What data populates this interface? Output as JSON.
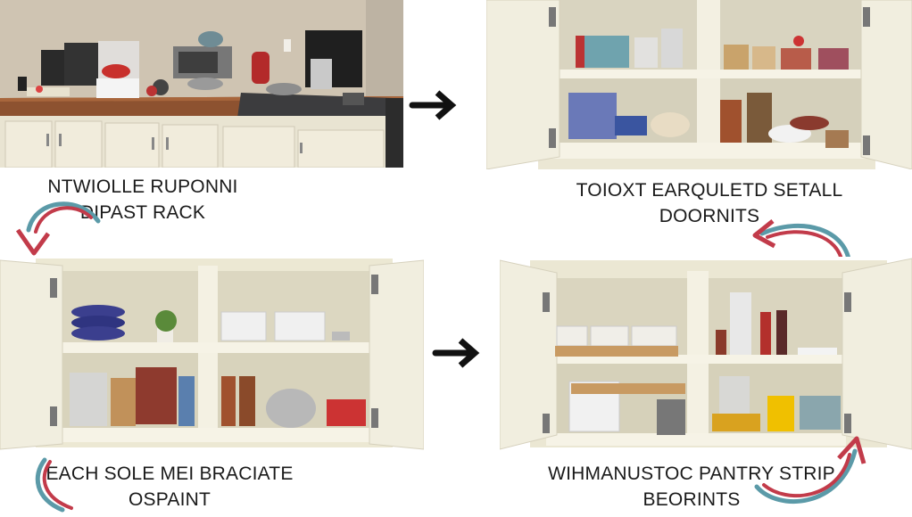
{
  "captions": {
    "top_left": [
      "NTWIOLLE RUPONNI",
      "DIPAST RACK"
    ],
    "top_right": [
      "TOIOXT EARQULETD SETALL",
      "DOORNITS"
    ],
    "bottom_left": [
      "EACH SOLE MEI BRACIATE",
      "OSPAINT"
    ],
    "bottom_right": [
      "WIHMANUSTOC PANTRY STRIP",
      "BEORINTS"
    ]
  },
  "colors": {
    "swirl_teal": "#5b9aa8",
    "swirl_red": "#c23b4a",
    "cabinet": "#ece8d6",
    "wood": "#9a5a32"
  }
}
